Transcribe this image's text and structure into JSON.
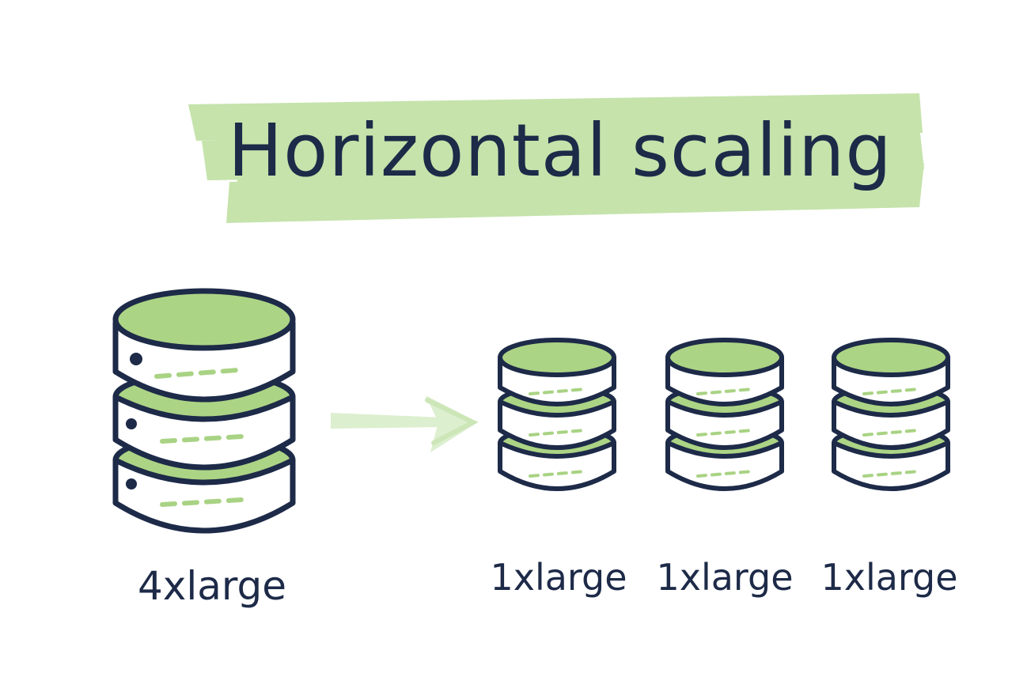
{
  "title": "Horizontal scaling",
  "source": {
    "label": "4xlarge"
  },
  "targets": [
    {
      "label": "1xlarge"
    },
    {
      "label": "1xlarge"
    },
    {
      "label": "1xlarge"
    }
  ],
  "colors": {
    "ink": "#1d2a48",
    "highlight": "#c5e3ab",
    "disk_top": "#acd485",
    "dash": "#a9d384",
    "arrow": "#dcefcf"
  },
  "icons": {
    "source": "database-icon",
    "targets": "database-icon",
    "connector": "arrow-right-icon"
  }
}
